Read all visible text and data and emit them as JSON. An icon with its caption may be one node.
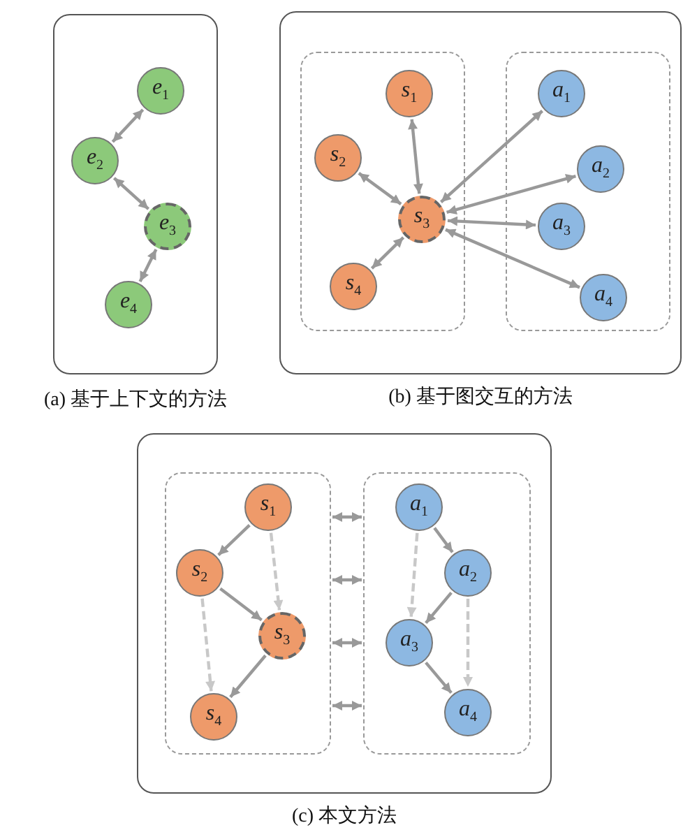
{
  "diagram": {
    "nodes": [
      {
        "text": [
          "(a) 基于上下文的方法"
        ]
      },
      {
        "text": [
          "e$_{1}$"
        ],
        "in": 0
      },
      {
        "text": [
          "e$_{2}$"
        ],
        "in": 0
      },
      {
        "text": [
          "e$_{3}$"
        ],
        "in": 0
      },
      {
        "text": [
          "e$_{4}$"
        ],
        "in": 0
      },
      {
        "text": [
          "(b) 基于图交互的方法"
        ]
      },
      {
        "text": [],
        "shape": "box",
        "in": 5
      },
      {
        "text": [
          "s$_{1}$"
        ],
        "in": 6
      },
      {
        "text": [
          "s$_{2}$"
        ],
        "in": 6
      },
      {
        "text": [
          "s$_{3}$"
        ],
        "in": 6
      },
      {
        "text": [
          "s$_{4}$"
        ],
        "in": 6
      },
      {
        "text": [],
        "shape": "box",
        "in": 5
      },
      {
        "text": [
          "a$_{1}$"
        ],
        "in": 11
      },
      {
        "text": [
          "a$_{2}$"
        ],
        "in": 11
      },
      {
        "text": [
          "a$_{3}$"
        ],
        "in": 11
      },
      {
        "text": [
          "a$_{4}$"
        ],
        "in": 11
      },
      {
        "text": [
          "(c) 本文方法"
        ]
      },
      {
        "text": [],
        "shape": "box",
        "in": 16
      },
      {
        "text": [
          "s$_{1}$"
        ],
        "in": 17
      },
      {
        "text": [
          "s$_{2}$"
        ],
        "in": 17
      },
      {
        "text": [
          "s$_{3}$"
        ],
        "in": 17
      },
      {
        "text": [
          "s$_{4}$"
        ],
        "in": 17
      },
      {
        "text": [],
        "shape": "box",
        "in": 16
      },
      {
        "text": [
          "a$_{1}$"
        ],
        "in": 22
      },
      {
        "text": [
          "a$_{2}$"
        ],
        "in": 22
      },
      {
        "text": [
          "a$_{3}$"
        ],
        "in": 22
      },
      {
        "text": [
          "a$_{4}$"
        ],
        "in": 22
      }
    ],
    "edges": [
      {
        "from": 1,
        "to": 2,
        "arrow": "both"
      },
      {
        "from": 2,
        "to": 3,
        "arrow": "both"
      },
      {
        "from": 3,
        "to": 4,
        "arrow": "both"
      },
      {
        "from": 7,
        "to": 9,
        "arrow": "both"
      },
      {
        "from": 8,
        "to": 9,
        "arrow": "both"
      },
      {
        "from": 10,
        "to": 9,
        "arrow": "both"
      },
      {
        "from": 9,
        "to": 12,
        "arrow": "both"
      },
      {
        "from": 9,
        "to": 13,
        "arrow": "both"
      },
      {
        "from": 9,
        "to": 14,
        "arrow": "both"
      },
      {
        "from": 9,
        "to": 15,
        "arrow": "both"
      },
      {
        "from": 18,
        "to": 19,
        "arrow": "to"
      },
      {
        "from": 18,
        "to": 20,
        "arrow": "to",
        "style": "dashed",
        "color": "#c8c8c8"
      },
      {
        "from": 19,
        "to": 20,
        "arrow": "to"
      },
      {
        "from": 19,
        "to": 21,
        "arrow": "to",
        "style": "dashed",
        "color": "#c8c8c8"
      },
      {
        "from": 20,
        "to": 21,
        "arrow": "to"
      },
      {
        "from": 23,
        "to": 24,
        "arrow": "to"
      },
      {
        "from": 23,
        "to": 25,
        "arrow": "to",
        "style": "dashed",
        "color": "#c8c8c8"
      },
      {
        "from": 24,
        "to": 25,
        "arrow": "to"
      },
      {
        "from": 24,
        "to": 26,
        "arrow": "to",
        "style": "dashed",
        "color": "#c8c8c8"
      },
      {
        "from": 25,
        "to": 26,
        "arrow": "to"
      },
      {
        "from": 17,
        "to": 22,
        "arrow": "both"
      },
      {
        "from": 17,
        "to": 22,
        "arrow": "both"
      },
      {
        "from": 17,
        "to": 22,
        "arrow": "both"
      },
      {
        "from": 17,
        "to": 22,
        "arrow": "both"
      }
    ]
  }
}
